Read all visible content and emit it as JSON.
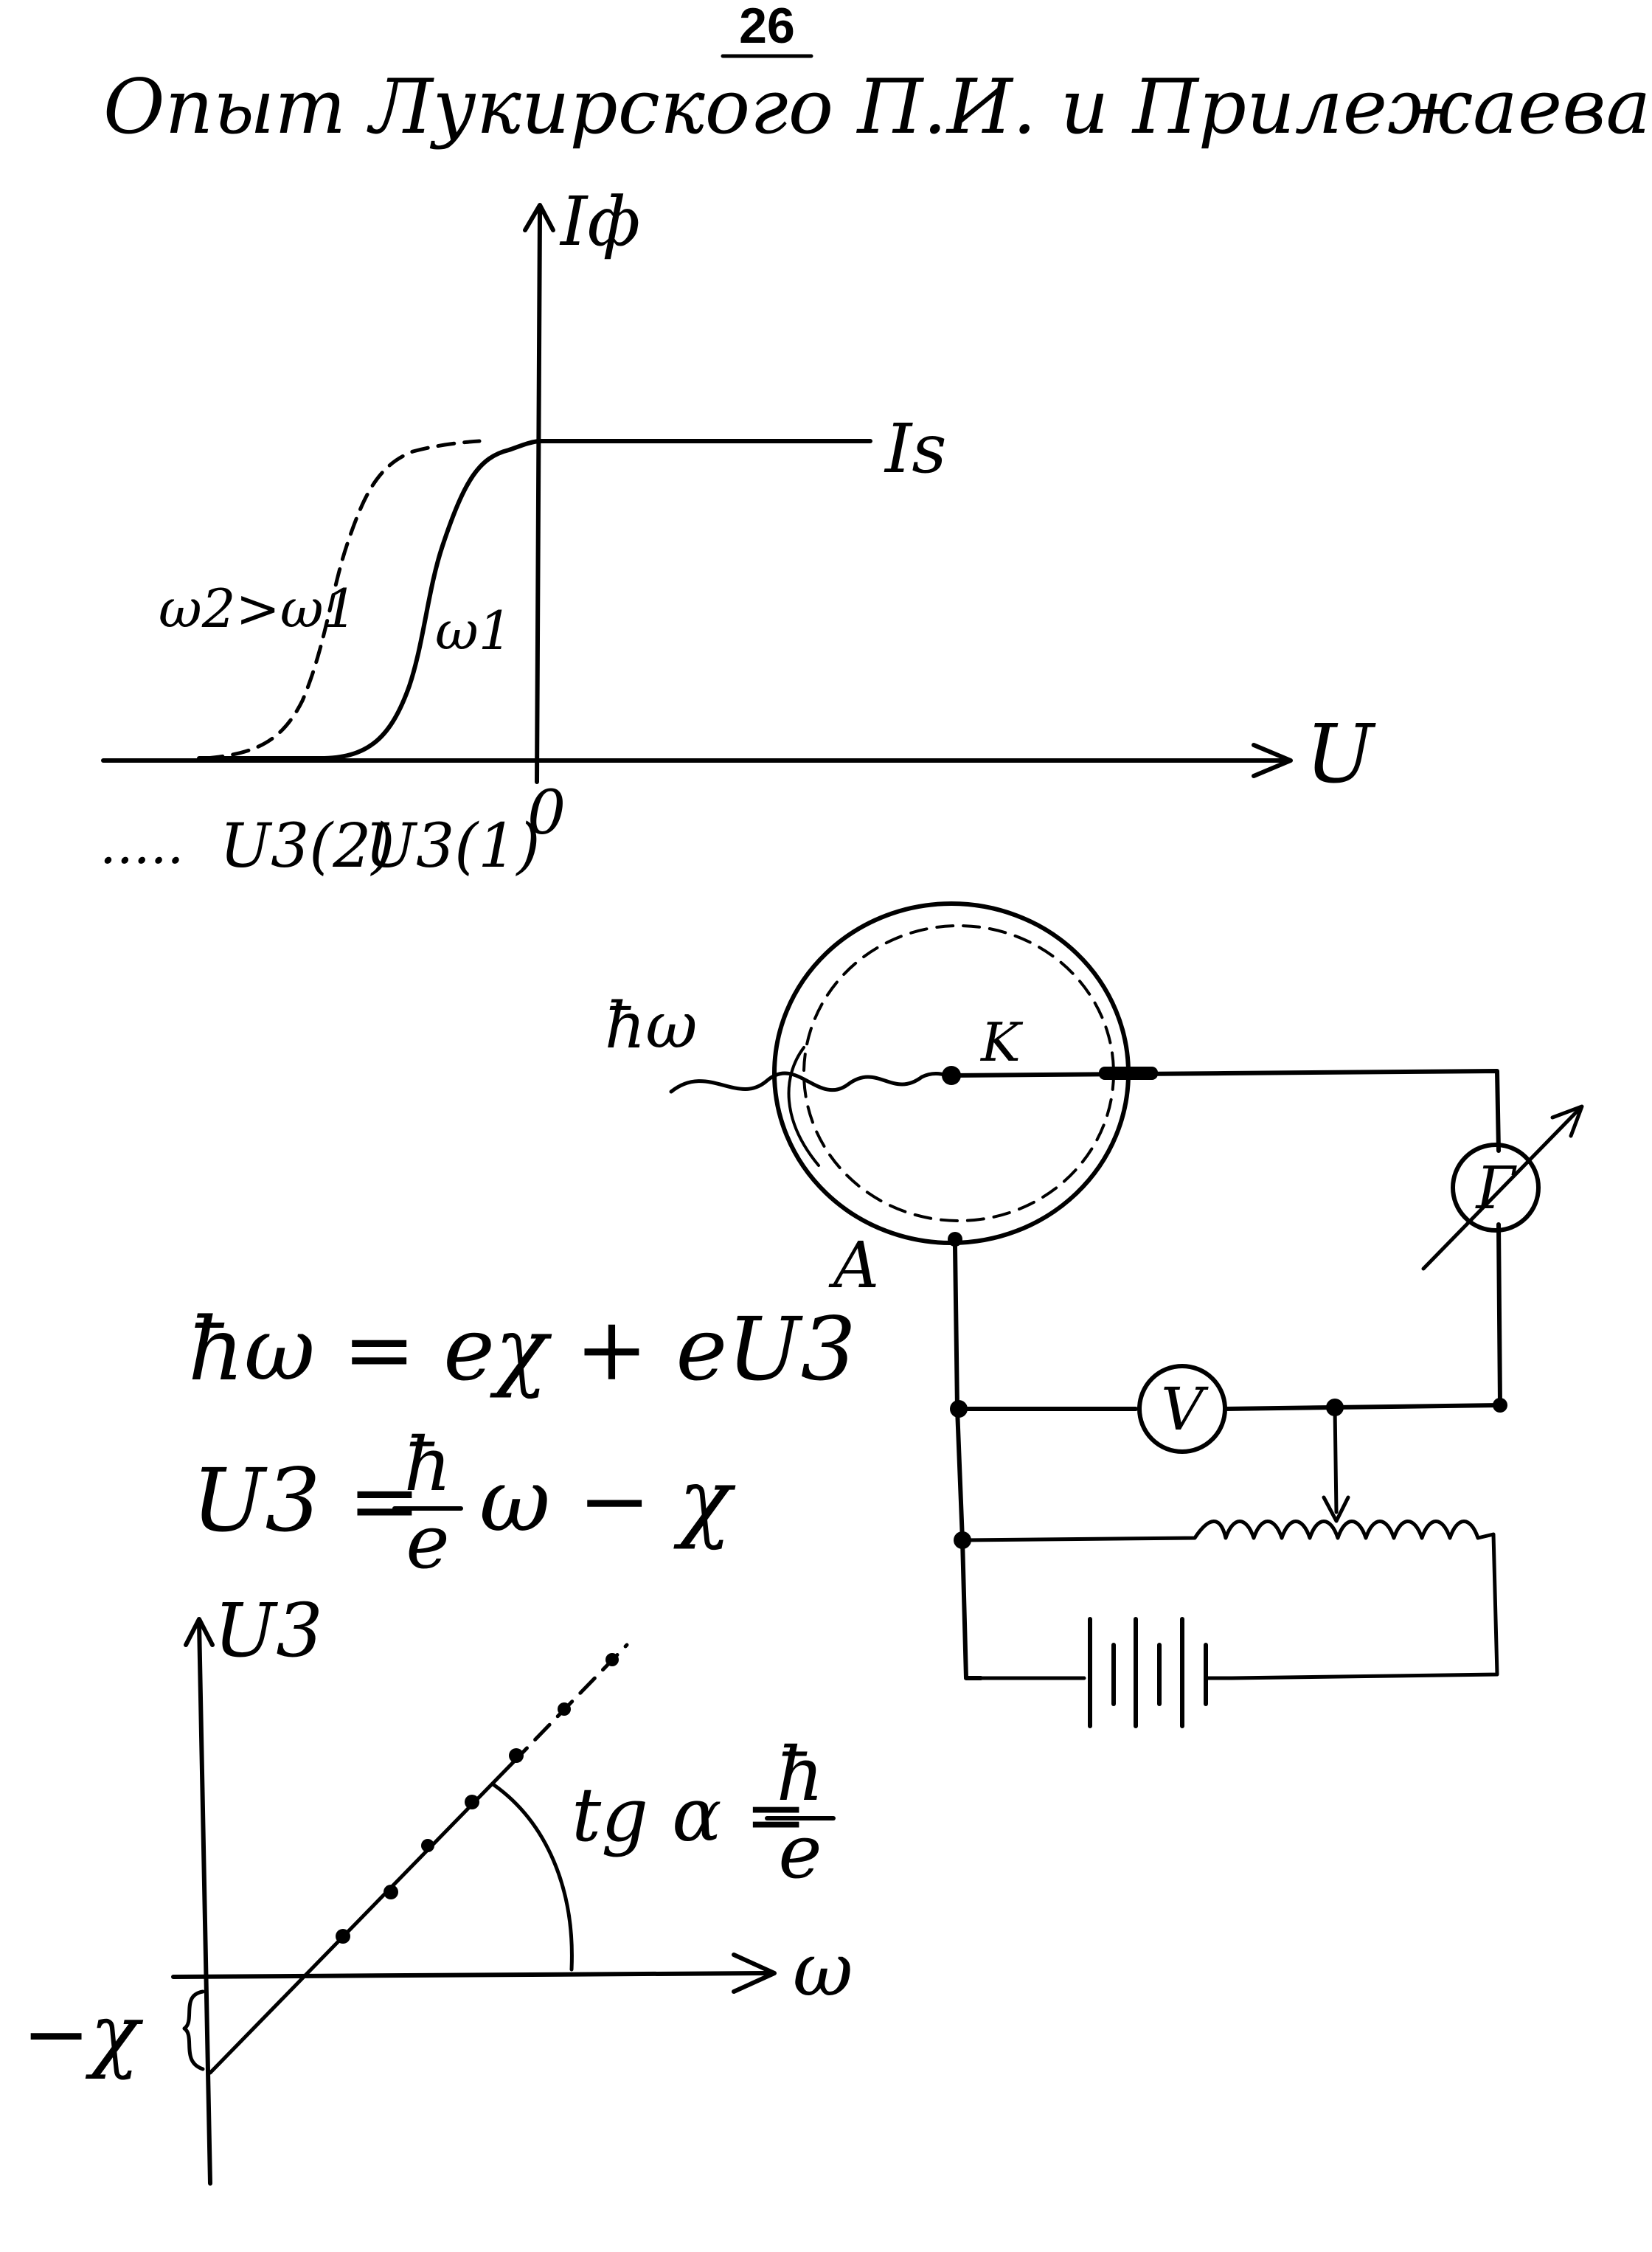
{
  "page_number": "26",
  "header": {
    "title": "Опыт Лукирского П.И. и Прилежаева С.С."
  },
  "iv_plot": {
    "y_axis_label": "Iф",
    "x_axis_label": "U",
    "saturation_label": "Is",
    "curve_dashed_label": "ω2>ω1",
    "curve_solid_label": "ω1",
    "stop_voltage_2_label": "U3(2)",
    "stop_voltage_1_label": "U3(1)",
    "origin_label": "0",
    "dots_label": "....."
  },
  "circuit": {
    "photon_label": "ħω",
    "cathode_label": "K",
    "anode_label": "A",
    "galvanometer_label": "Г",
    "voltmeter_label": "V"
  },
  "equations": {
    "eq1": "ħω = eχ + eU3",
    "eq2_lhs": "U3 =",
    "eq2_num": "ħ",
    "eq2_den": "e",
    "eq2_rest": "ω − χ"
  },
  "linear_plot": {
    "y_axis_label": "U3",
    "x_axis_label": "ω",
    "intercept_label": "−χ",
    "slope_label": "tg α =",
    "slope_num": "ħ",
    "slope_den": "e"
  }
}
